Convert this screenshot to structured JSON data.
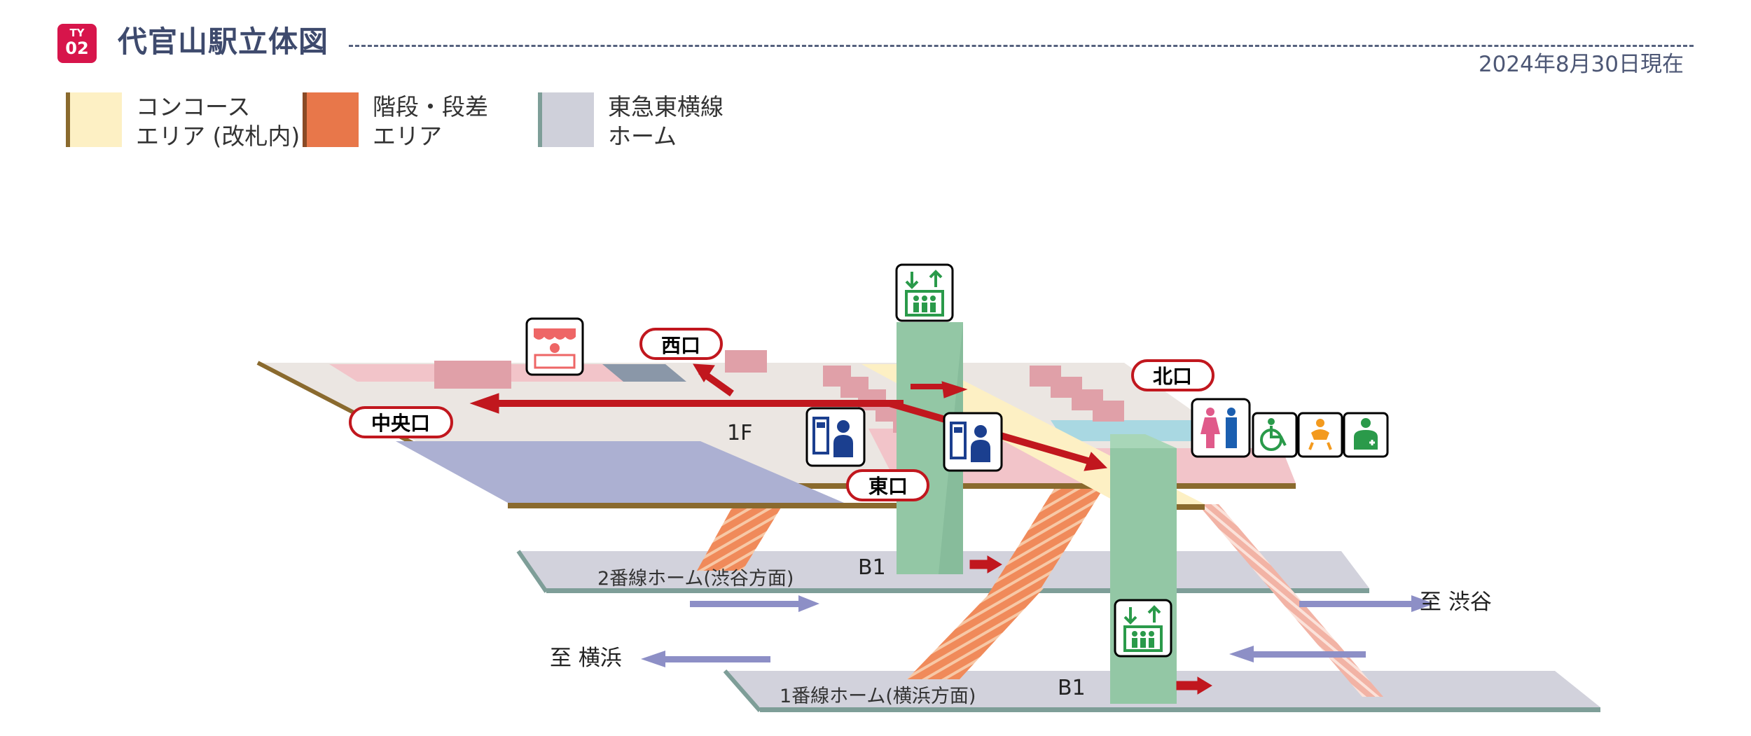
{
  "header": {
    "badge_line": "TY",
    "badge_number": "02",
    "title": "代官山駅立体図",
    "date": "2024年8月30日現在"
  },
  "legend": [
    {
      "label_line1": "コンコース",
      "label_line2": "エリア (改札内)",
      "color": "#fdf0c4",
      "edge": "#8a6a2e"
    },
    {
      "label_line1": "階段・段差",
      "label_line2": "エリア",
      "color": "#e8774a",
      "edge": "#8a4a26"
    },
    {
      "label_line1": "東急東横線",
      "label_line2": "ホーム",
      "color": "#cfd0da",
      "edge": "#7e9e98"
    }
  ],
  "exits": {
    "west": "西口",
    "central": "中央口",
    "east": "東口",
    "north": "北口"
  },
  "floors": {
    "concourse": "1F",
    "platform_upper": "B1",
    "platform_lower": "B1"
  },
  "platforms": {
    "track2": "2番線ホーム(渋谷方面)",
    "track1": "1番線ホーム(横浜方面)"
  },
  "directions": {
    "shibuya": "至 渋谷",
    "yokohama": "至 横浜"
  },
  "icons": [
    "elevator-icon",
    "shop-icon",
    "ticket-machine-icon",
    "restroom-icon",
    "wheelchair-icon",
    "baby-changing-icon",
    "ostomate-icon"
  ]
}
